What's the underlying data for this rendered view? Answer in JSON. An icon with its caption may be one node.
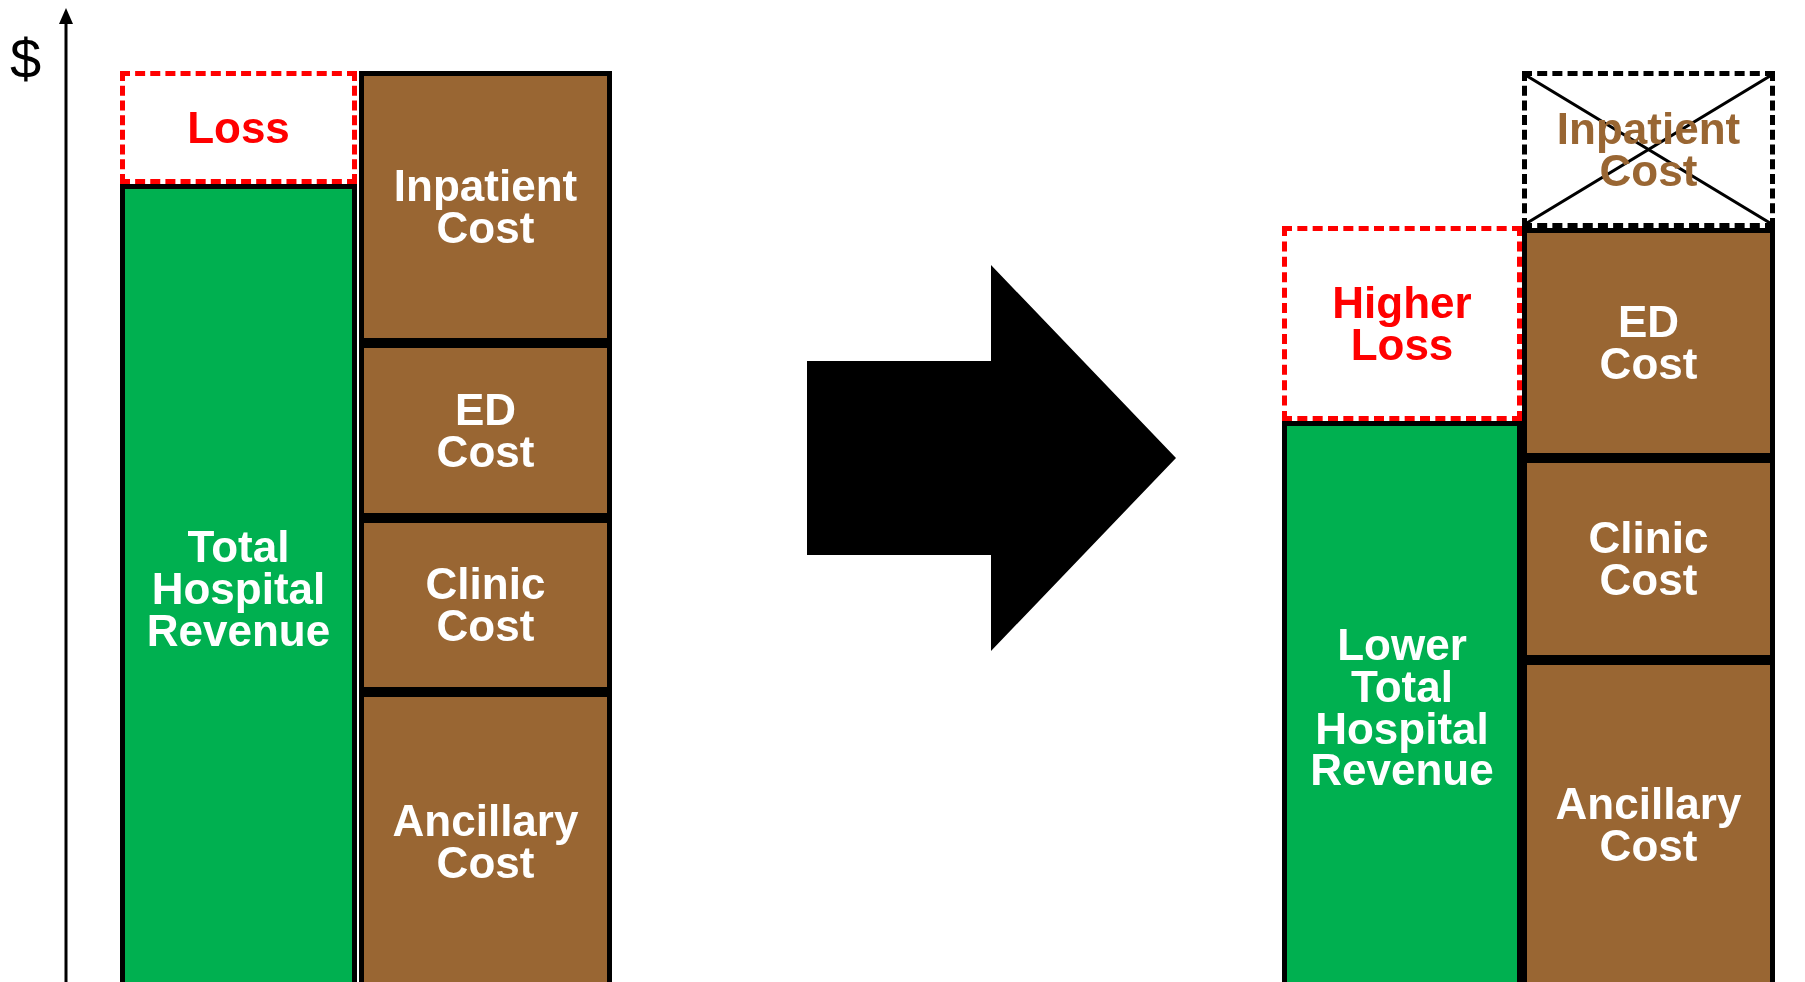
{
  "diagram": {
    "nodes": [
      {
        "text": [
          "Loss"
        ]
      },
      {
        "text": [
          "Total Hospital Revenue"
        ]
      },
      {
        "text": [
          "Inpatient Cost"
        ]
      },
      {
        "text": [
          "ED Cost"
        ]
      },
      {
        "text": [
          "Clinic Cost"
        ]
      },
      {
        "text": [
          "Ancillary Cost"
        ]
      },
      {
        "text": [
          "Inpatient Cost"
        ]
      },
      {
        "text": [
          "Higher Loss"
        ]
      },
      {
        "text": [
          "Lower Total Hospital Revenue"
        ]
      },
      {
        "text": [
          "ED Cost"
        ]
      },
      {
        "text": [
          "Clinic Cost"
        ]
      },
      {
        "text": [
          "Ancillary Cost"
        ]
      }
    ],
    "edges": [
      {
        "from": 4,
        "to": 8,
        "arrow": "to",
        "style": "thick"
      }
    ],
    "labels": [
      "$"
    ]
  }
}
